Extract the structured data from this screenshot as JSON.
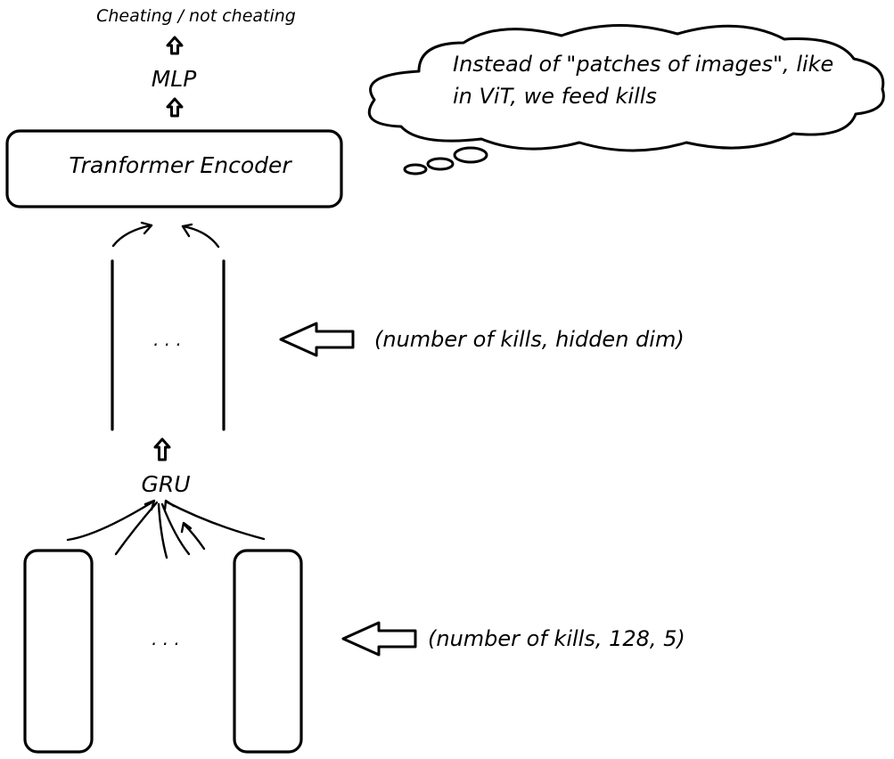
{
  "diagram": {
    "output_label": "Cheating / not cheating",
    "mlp_label": "MLP",
    "encoder_label": "Tranformer Encoder",
    "gru_label": "GRU",
    "ellipsis_upper": ". . .",
    "ellipsis_lower": ". . .",
    "shape_upper": "(number of kills, hidden dim)",
    "shape_lower": "(number of kills, 128, 5)",
    "thought_line1": "Instead of \"patches of images\", like",
    "thought_line2": "in ViT, we feed kills"
  }
}
